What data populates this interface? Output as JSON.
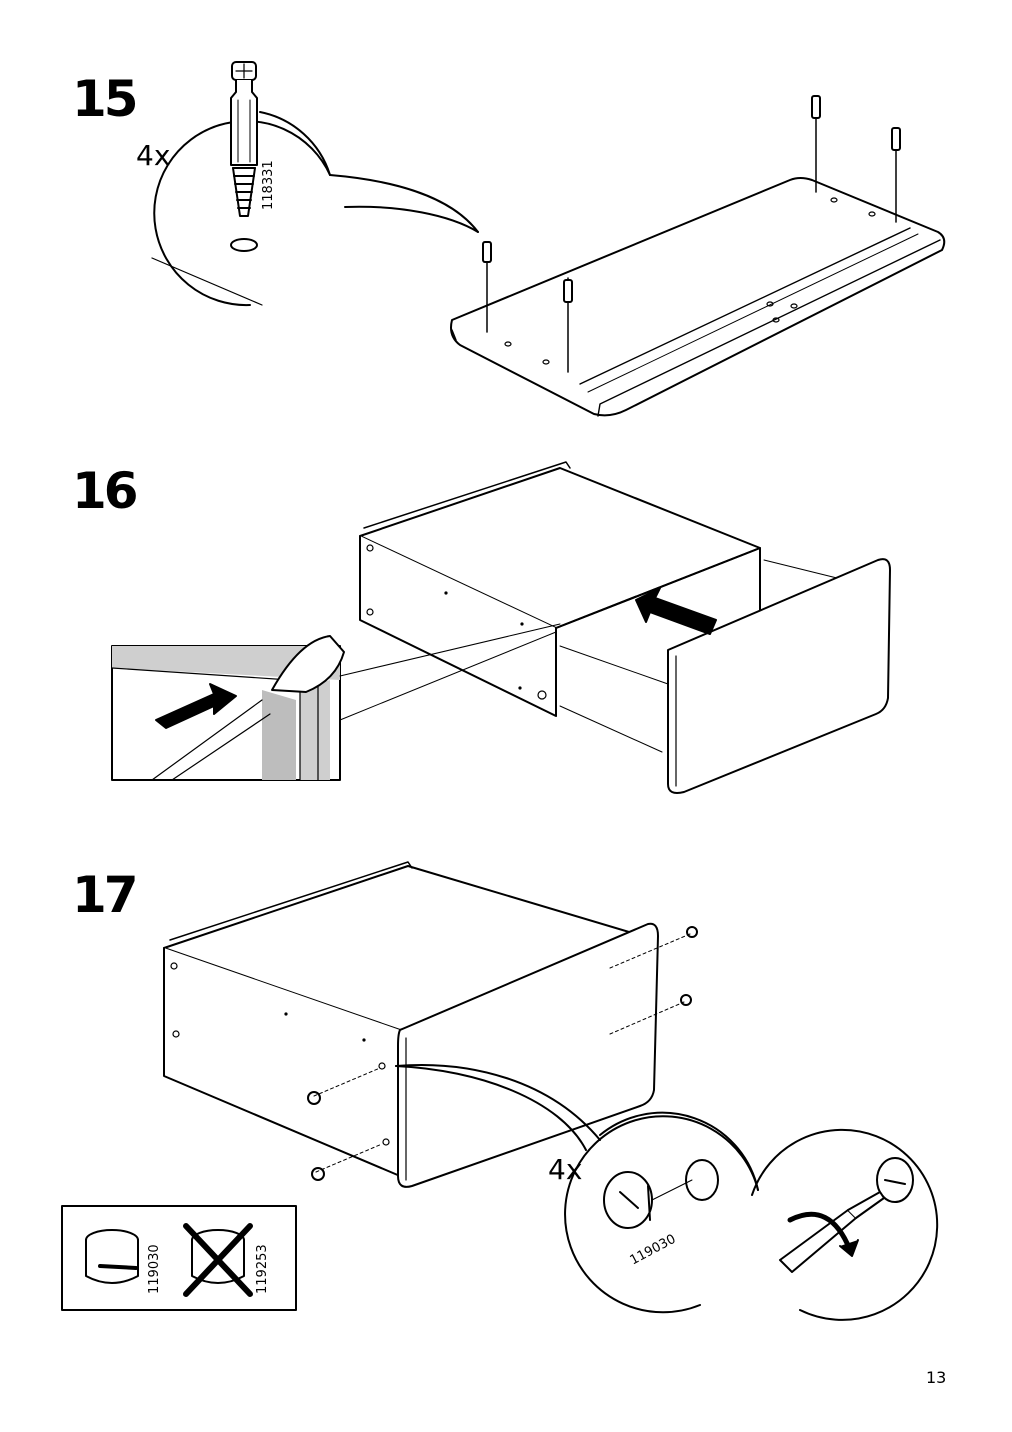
{
  "steps": [
    {
      "number": "15",
      "quantity": "4x",
      "part_number": "118331"
    },
    {
      "number": "16"
    },
    {
      "number": "17",
      "quantity": "4x",
      "part_number": "119030",
      "reference_parts": {
        "correct": "119030",
        "incorrect": "119253"
      }
    }
  ],
  "page_number": "13"
}
